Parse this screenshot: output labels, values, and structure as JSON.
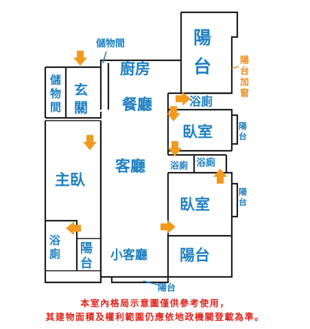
{
  "rooms": {
    "storage_top": "儲物間",
    "storage_left": "儲物間",
    "kitchen": "廚房",
    "entrance": "玄關",
    "dining": "餐廳",
    "balcony_top": "陽台",
    "balcony_top_window": "陽台加窗",
    "bath_top": "浴廁",
    "bedroom_upper": "臥室",
    "balcony_right_upper": "陽台",
    "master_bedroom": "主臥",
    "living": "客廳",
    "bath_mid_left": "浴廁",
    "bath_mid_right": "浴廁",
    "bedroom_lower": "臥室",
    "balcony_right_lower": "陽台",
    "bath_master": "浴廁",
    "balcony_master": "陽台",
    "small_living": "小客廳",
    "balcony_bottom": "陽台",
    "balcony_front": "陽台"
  },
  "disclaimer": {
    "line1": "本室內格局示意圖僅供參考使用，",
    "line2": "其建物面積及權利範圍仍應依地政機關登載為準。"
  },
  "colors": {
    "label_blue": "#1e7fc1",
    "label_orange": "#ee8a17",
    "arrow_orange": "#f29a1d",
    "disclaimer_red": "#e0221a"
  }
}
